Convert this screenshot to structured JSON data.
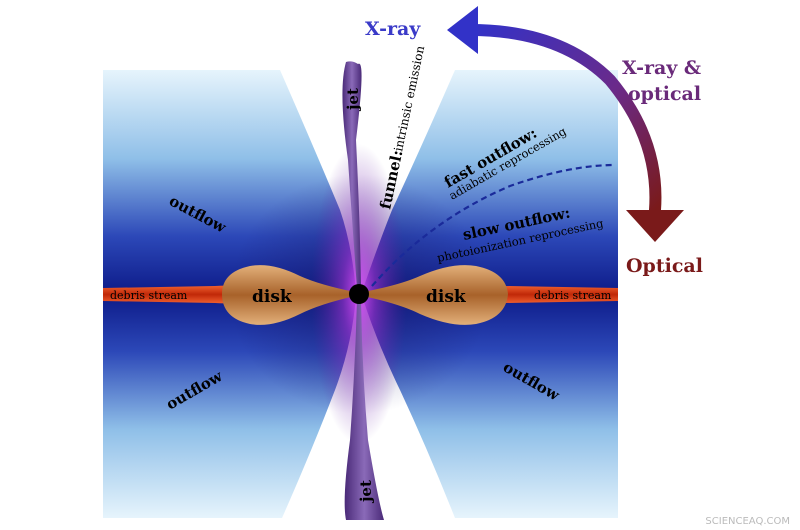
{
  "labels": {
    "xray": "X-ray",
    "xray_optical_line1": "X-ray &",
    "xray_optical_line2": "optical",
    "optical": "Optical",
    "jet": "jet",
    "funnel": "funnel:",
    "funnel_desc": "intrinsic emission",
    "fast_outflow": "fast outflow:",
    "fast_outflow_desc": "adiabatic reprocessing",
    "slow_outflow": "slow outflow:",
    "slow_outflow_desc": "photoionization reprocessing",
    "outflow": "outflow",
    "disk": "disk",
    "debris_stream": "debris stream"
  },
  "watermark": "SCIENCEAQ.COM",
  "colors": {
    "xray": "#3a3ac8",
    "optical": "#7a1a1a",
    "xray_optical": "#6a2a7a",
    "outflow_dark": "#1a2a9a",
    "outflow_light": "#dff0fa",
    "jet": "#5a3a8a",
    "disk": "#c07a3a",
    "debris": "#d83a1a",
    "funnel_glow": "#c020e0",
    "black_hole": "#000000"
  }
}
